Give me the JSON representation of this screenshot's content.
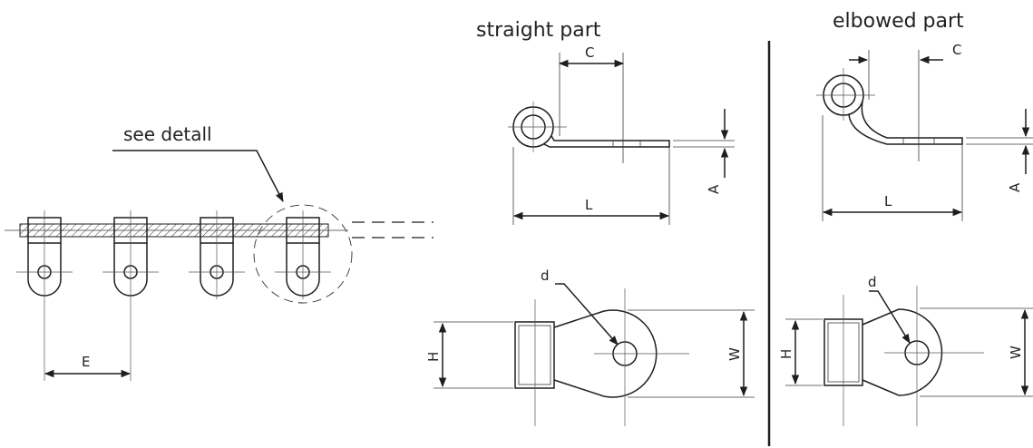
{
  "headings": {
    "straight": "straight part",
    "elbowed": "elbowed part"
  },
  "callout": "see detall",
  "dimensions": {
    "C": "C",
    "A": "A",
    "L": "L",
    "d": "d",
    "H": "H",
    "W": "W",
    "E": "E"
  }
}
